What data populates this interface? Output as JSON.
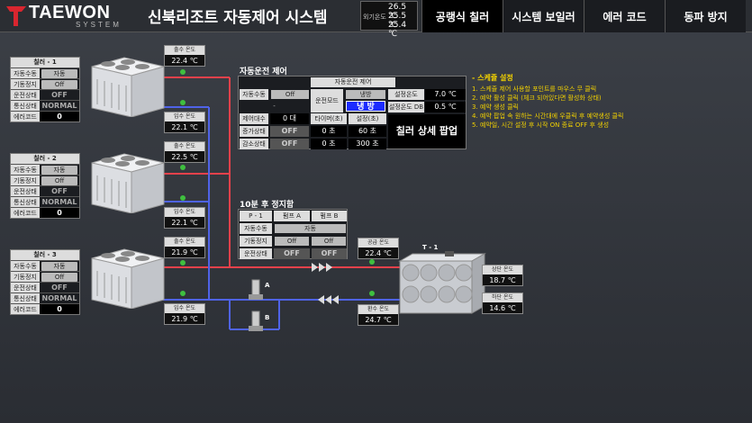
{
  "header": {
    "brand": "TAEWON",
    "brand_sub": "SYSTEM",
    "title": "신북리조트 자동제어 시스템",
    "outdoor_label": "외기온도",
    "outdoor_temps": [
      "26.5 ℃",
      "25.5 ℃",
      "25.4 ℃"
    ],
    "tabs": [
      "공랭식 칠러",
      "시스템 보일러",
      "에러 코드",
      "동파 방지"
    ],
    "active_tab": "공랭식 칠러"
  },
  "chillers": [
    {
      "title": "칠러 - 1",
      "rows": [
        {
          "k": "자동수동",
          "v": "자동"
        },
        {
          "k": "기동정지",
          "v": "Off"
        },
        {
          "k": "운전상태",
          "v": "OFF"
        },
        {
          "k": "통신상태",
          "v": "NORMAL"
        },
        {
          "k": "에러코드",
          "v": "0"
        }
      ],
      "supply": {
        "label": "출수 온도",
        "value": "22.4 ℃"
      },
      "return": {
        "label": "입수 온도",
        "value": "22.1 ℃"
      }
    },
    {
      "title": "칠러 - 2",
      "rows": [
        {
          "k": "자동수동",
          "v": "자동"
        },
        {
          "k": "기동정지",
          "v": "Off"
        },
        {
          "k": "운전상태",
          "v": "OFF"
        },
        {
          "k": "통신상태",
          "v": "NORMAL"
        },
        {
          "k": "에러코드",
          "v": "0"
        }
      ],
      "supply": {
        "label": "출수 온도",
        "value": "22.5 ℃"
      },
      "return": {
        "label": "입수 온도",
        "value": "22.1 ℃"
      }
    },
    {
      "title": "칠러 - 3",
      "rows": [
        {
          "k": "자동수동",
          "v": "자동"
        },
        {
          "k": "기동정지",
          "v": "Off"
        },
        {
          "k": "운전상태",
          "v": "OFF"
        },
        {
          "k": "통신상태",
          "v": "NORMAL"
        },
        {
          "k": "에러코드",
          "v": "0"
        }
      ],
      "supply": {
        "label": "출수 온도",
        "value": "21.9 ℃"
      },
      "return": {
        "label": "입수 온도",
        "value": "21.9 ℃"
      }
    }
  ],
  "auto_control": {
    "title": "자동운전 제어",
    "header": "자동운전 제어",
    "auto_manual_label": "자동수동",
    "auto_manual_value": "Off",
    "dash": "-",
    "mode_label": "운전모드",
    "mode_select": "냉방",
    "mode_display": "냉 방",
    "set_temp_label": "설정온도",
    "set_temp_value": "7.0 ℃",
    "set_db_label": "설정온도 DB",
    "set_db_value": "0.5 ℃",
    "units_label": "제어대수",
    "units_value": "0 대",
    "timer_label": "타이머(초)",
    "setting_label": "설정(초)",
    "inc_label": "증가상태",
    "inc_state": "OFF",
    "inc_timer": "0 초",
    "inc_setting": "60 초",
    "dec_label": "감소상태",
    "dec_state": "OFF",
    "dec_timer": "0 초",
    "dec_setting": "300 초",
    "popup_button": "칠러 상세 팝업"
  },
  "schedule": {
    "title": "- 스케쥴 설정",
    "lines": [
      "1. 스케쥴 제어 사용할 포인트를 마우스 무 클릭",
      "2. 예약 활성 클릭 (체크 되어있다면 활성화 상태)",
      "3. 예약 생성 클릭",
      "4. 예약 팝업 속 원하는 시간대에 우클릭 후 예약생성 클릭",
      "5. 예약일, 시간 설정 후 시작 ON 종료 OFF 후 생성"
    ]
  },
  "pump_control": {
    "title": "10분 후 정지함",
    "p_label": "P - 1",
    "pump_a": "펌프 A",
    "pump_b": "펌프 B",
    "auto_manual_label": "자동수동",
    "auto_manual_value": "자동",
    "start_stop_label": "기동정지",
    "a_start": "Off",
    "b_start": "Off",
    "run_label": "운전상태",
    "a_run": "OFF",
    "b_run": "OFF",
    "pump_a_tag": "A",
    "pump_b_tag": "B"
  },
  "tank": {
    "label": "T - 1",
    "supply": {
      "label": "공급 온도",
      "value": "22.4 ℃"
    },
    "return": {
      "label": "환수 온도",
      "value": "24.7 ℃"
    },
    "upper": {
      "label": "상단 온도",
      "value": "18.7 ℃"
    },
    "lower": {
      "label": "하단 온도",
      "value": "14.6 ℃"
    }
  },
  "colors": {
    "supply_pipe": "#e8414b",
    "return_pipe": "#4f63e8",
    "status_ok": "#3fbf3f"
  }
}
